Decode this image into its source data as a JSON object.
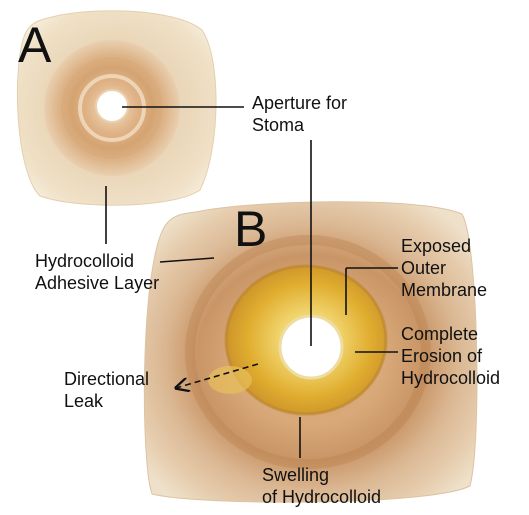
{
  "panels": {
    "a": {
      "letter": "A"
    },
    "b": {
      "letter": "B"
    }
  },
  "labels": {
    "aperture": "Aperture for\nStoma",
    "hydrocolloid_layer": "Hydrocolloid\nAdhesive Layer",
    "exposed_membrane": "Exposed\nOuter\nMembrane",
    "complete_erosion": "Complete\nErosion of\nHydrocolloid",
    "directional_leak": "Directional\nLeak",
    "swelling": "Swelling\nof Hydrocolloid"
  },
  "colors": {
    "background": "#ffffff",
    "flange_base": "#e6d1b3",
    "hydrocolloid_ring": "#c9935f",
    "eroded_yellow": "#e3b52c",
    "line": "#111111"
  }
}
